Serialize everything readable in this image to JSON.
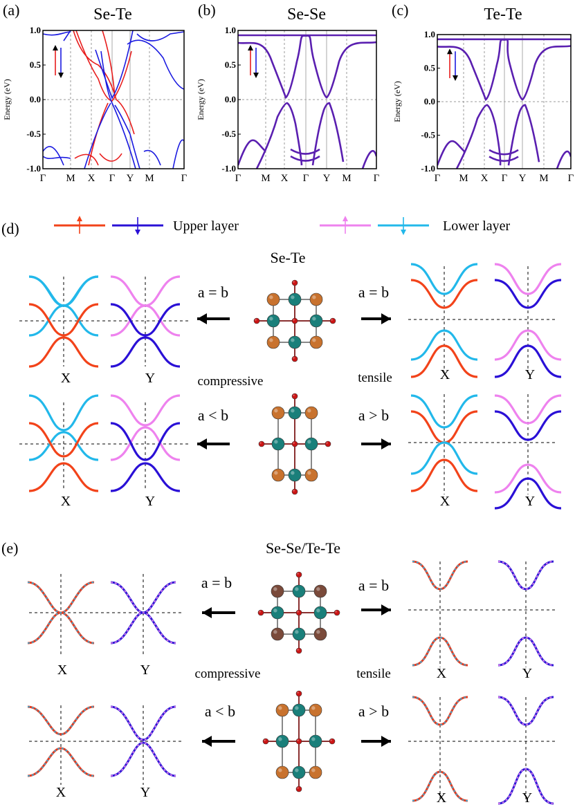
{
  "panels": [
    {
      "label": "(a)",
      "title": "Se-Te",
      "ylabel": "Energy (eV)",
      "yticks": [
        "1.0",
        "0.5",
        "0.0",
        "-0.5",
        "-1.0"
      ],
      "kpoints": [
        "Γ",
        "M",
        "X",
        "Γ",
        "Y",
        "M",
        "Γ"
      ]
    },
    {
      "label": "(b)",
      "title": "Se-Se",
      "ylabel": "Energy (eV)",
      "yticks": [
        "1.0",
        "0.5",
        "0.0",
        "-0.5",
        "-1.0"
      ],
      "kpoints": [
        "Γ",
        "M",
        "X",
        "Γ",
        "Y",
        "M",
        "Γ"
      ]
    },
    {
      "label": "(c)",
      "title": "Te-Te",
      "ylabel": "Energy (eV)",
      "yticks": [
        "1.0",
        "0.5",
        "0.0",
        "-0.5",
        "-1.0"
      ],
      "kpoints": [
        "Γ",
        "M",
        "X",
        "Γ",
        "Y",
        "M",
        "Γ"
      ]
    }
  ],
  "legend": {
    "upper": "Upper layer",
    "lower": "Lower layer"
  },
  "section_d": {
    "label": "(d)",
    "title": "Se-Te",
    "top_left": "a = b",
    "top_right": "a = b",
    "bottom_left": "a < b",
    "bottom_right": "a > b",
    "compressive": "compressive",
    "tensile": "tensile",
    "x": "X",
    "y": "Y"
  },
  "section_e": {
    "label": "(e)",
    "title": "Se-Se/Te-Te",
    "top_left": "a = b",
    "top_right": "a = b",
    "bottom_left": "a < b",
    "bottom_right": "a > b",
    "compressive": "compressive",
    "tensile": "tensile",
    "x": "X",
    "y": "Y"
  },
  "colors": {
    "up_upper": "#f2431a",
    "down_upper": "#2a10d6",
    "up_lower": "#ee82ee",
    "down_lower": "#22b8ea",
    "ss_up": "#e53b1f",
    "ss_down": "#2b17d4",
    "purple": "#5a1fb0",
    "se_te_axis_red": "#e81c1c",
    "se_te_axis_blue": "#1a1ae0",
    "atom_teal": "#1a7f7a",
    "atom_orange": "#c8722e",
    "atom_red": "#cc1515",
    "atom_brown": "#7a4a3a"
  }
}
